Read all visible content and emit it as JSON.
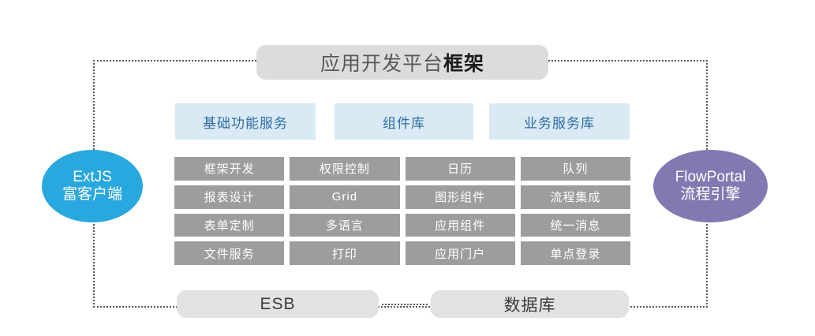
{
  "diagram": {
    "title": {
      "light": "应用开发平台",
      "bold": "框架"
    },
    "categories": [
      {
        "label": "基础功能服务"
      },
      {
        "label": "组件库"
      },
      {
        "label": "业务服务库"
      }
    ],
    "features": [
      "框架开发",
      "权限控制",
      "日历",
      "队列",
      "报表设计",
      "Grid",
      "图形组件",
      "流程集成",
      "表单定制",
      "多语言",
      "应用组件",
      "统一消息",
      "文件服务",
      "打印",
      "应用门户",
      "单点登录"
    ],
    "left_node": {
      "line1": "ExtJS",
      "line2": "富客户端"
    },
    "right_node": {
      "line1": "FlowPortal",
      "line2": "流程引擎"
    },
    "bottom": [
      {
        "label": "ESB"
      },
      {
        "label": "数据库"
      }
    ],
    "colors": {
      "blue_header_bg": "#daeaf5",
      "blue_header_text": "#2d6da3",
      "feature_bg": "#9d9d9d",
      "feature_text": "#ffffff",
      "title_bg": "#dcdcdc",
      "bottom_bg": "#e2e2e2",
      "left_node_bg": "#29a8e0",
      "right_node_bg": "#8279b3",
      "frame_border": "#58585a"
    }
  }
}
